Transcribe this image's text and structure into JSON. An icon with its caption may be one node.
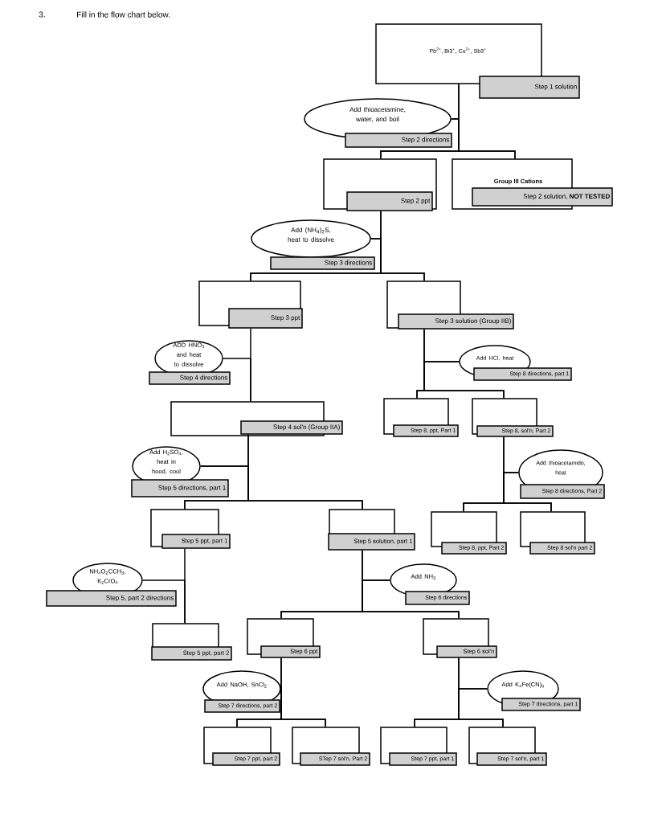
{
  "diagram": {
    "title": "Fill in the flow chart below.",
    "labels": [
      "3."
    ],
    "nodes": [
      {
        "text": [
          "Pb$^{2+}$, Bi3$^{+}$, Cu$^{2+}$, Sb3$^{+}$",
          "Step 1 solution"
        ]
      },
      {
        "text": [
          "Add thioacetamine, water, and boil",
          "Step 2 directions"
        ]
      },
      {
        "text": [
          "Step 2 ppt"
        ]
      },
      {
        "text": [
          "Group III Cations",
          "Step 2 solution, **NOT TESTED**"
        ]
      },
      {
        "text": [
          "Add (NH$_{4}$)$_{2}$S, heat to dissolve",
          "Step 3 directions"
        ]
      },
      {
        "text": [
          "Step 3 ppt"
        ]
      },
      {
        "text": [
          "Step 3 solution (Group IIB)"
        ]
      },
      {
        "text": [
          "ADD HNO$_{3}$ and heat to dissolve",
          "Step 4 directions"
        ]
      },
      {
        "text": [
          "Add HCl, heat",
          "Step 8 directions, part 1"
        ]
      },
      {
        "text": [
          "Step 4 sol'n (Group IIA)"
        ]
      },
      {
        "text": [
          "Step 8, ppt, Part 1"
        ]
      },
      {
        "text": [
          "Step 8, sol'n, Part 2"
        ]
      },
      {
        "text": [
          "Add H$_{2}$SO$_{4}$, heat in hood, cool",
          "Step 5 directions, part 1"
        ]
      },
      {
        "text": [
          "Add thioacetamido, heat",
          "Step 8 directions, Part 2"
        ]
      },
      {
        "text": [
          "Step 5 ppt, part 1"
        ]
      },
      {
        "text": [
          "Step 5 solution, part 1"
        ]
      },
      {
        "text": [
          "Step 8, ppt, Part 2"
        ]
      },
      {
        "text": [
          "Step 8 sol'n part 2"
        ]
      },
      {
        "text": [
          "NH$_{4}$O$_{2}$CCH$_{3}$, K$_{2}$CrO$_{4}$",
          "Step 5, part 2 directions"
        ]
      },
      {
        "text": [
          "Add NH$_{3}$",
          "Step 6 directions"
        ]
      },
      {
        "text": [
          "Step 5 ppt, part 2"
        ]
      },
      {
        "text": [
          "Step 6 ppt"
        ]
      },
      {
        "text": [
          "Step 6 sol'n"
        ]
      },
      {
        "text": [
          "Add NaOH, SnCl$_{2}$",
          "Step 7 directions, part 2"
        ]
      },
      {
        "text": [
          "Add K$_{4}$Fe(CN)$_{6}$",
          "Step 7 directions, part 1"
        ]
      },
      {
        "text": [
          "Step 7 ppt, part 2"
        ]
      },
      {
        "text": [
          "STep 7 sol'n, Part 2"
        ]
      },
      {
        "text": [
          "Step 7 ppt, part 1"
        ]
      },
      {
        "text": [
          "Step 7 sol'n, part 1"
        ]
      }
    ],
    "edges": [
      {
        "from": 0,
        "to": 2,
        "arrow": "none"
      },
      {
        "from": 0,
        "to": 3,
        "arrow": "none"
      },
      {
        "from": 1,
        "to": 2,
        "arrow": "none"
      },
      {
        "from": 1,
        "to": 3,
        "arrow": "none"
      },
      {
        "from": 2,
        "to": 5,
        "arrow": "none"
      },
      {
        "from": 2,
        "to": 6,
        "arrow": "none"
      },
      {
        "from": 4,
        "to": 5,
        "arrow": "none"
      },
      {
        "from": 4,
        "to": 6,
        "arrow": "none"
      },
      {
        "from": 5,
        "to": 9,
        "arrow": "none"
      },
      {
        "from": 7,
        "to": 9,
        "arrow": "none"
      },
      {
        "from": 6,
        "to": 10,
        "arrow": "none"
      },
      {
        "from": 6,
        "to": 11,
        "arrow": "none"
      },
      {
        "from": 8,
        "to": 10,
        "arrow": "none"
      },
      {
        "from": 8,
        "to": 11,
        "arrow": "none"
      },
      {
        "from": 9,
        "to": 14,
        "arrow": "none"
      },
      {
        "from": 9,
        "to": 15,
        "arrow": "none"
      },
      {
        "from": 12,
        "to": 14,
        "arrow": "none"
      },
      {
        "from": 12,
        "to": 15,
        "arrow": "none"
      },
      {
        "from": 11,
        "to": 16,
        "arrow": "none"
      },
      {
        "from": 11,
        "to": 17,
        "arrow": "none"
      },
      {
        "from": 13,
        "to": 16,
        "arrow": "none"
      },
      {
        "from": 13,
        "to": 17,
        "arrow": "none"
      },
      {
        "from": 14,
        "to": 20,
        "arrow": "none"
      },
      {
        "from": 18,
        "to": 20,
        "arrow": "none"
      },
      {
        "from": 15,
        "to": 21,
        "arrow": "none"
      },
      {
        "from": 15,
        "to": 22,
        "arrow": "none"
      },
      {
        "from": 19,
        "to": 21,
        "arrow": "none"
      },
      {
        "from": 19,
        "to": 22,
        "arrow": "none"
      },
      {
        "from": 21,
        "to": 25,
        "arrow": "none"
      },
      {
        "from": 21,
        "to": 26,
        "arrow": "none"
      },
      {
        "from": 23,
        "to": 25,
        "arrow": "none"
      },
      {
        "from": 23,
        "to": 26,
        "arrow": "none"
      },
      {
        "from": 22,
        "to": 27,
        "arrow": "none"
      },
      {
        "from": 22,
        "to": 28,
        "arrow": "none"
      },
      {
        "from": 24,
        "to": 27,
        "arrow": "none"
      },
      {
        "from": 24,
        "to": 28,
        "arrow": "none"
      }
    ]
  }
}
